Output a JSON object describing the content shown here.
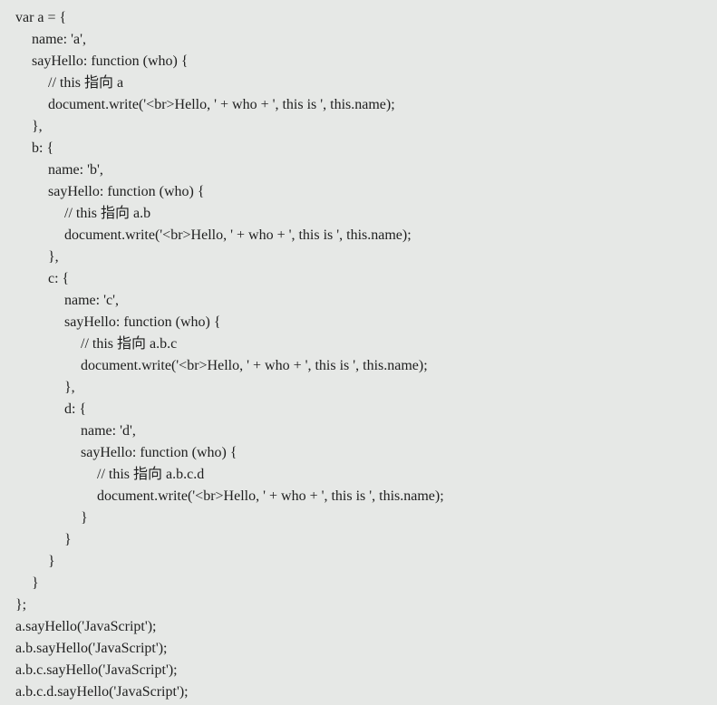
{
  "code": {
    "lines": [
      "var a = {",
      "name: 'a',",
      "sayHello: function (who) {",
      "// this 指向 a",
      "document.write('<br>Hello, ' + who + ', this is ', this.name);",
      "},",
      "b: {",
      "name: 'b',",
      "sayHello: function (who) {",
      "// this 指向 a.b",
      "document.write('<br>Hello, ' + who + ', this is ', this.name);",
      "},",
      "c: {",
      "name: 'c',",
      "sayHello: function (who) {",
      "// this 指向 a.b.c",
      "document.write('<br>Hello, ' + who + ', this is ', this.name);",
      "},",
      "d: {",
      "name: 'd',",
      "sayHello: function (who) {",
      "// this 指向 a.b.c.d",
      "document.write('<br>Hello, ' + who + ', this is ', this.name);",
      "}",
      "}",
      "}",
      "}",
      "};",
      "a.sayHello('JavaScript');",
      "a.b.sayHello('JavaScript');",
      "a.b.c.sayHello('JavaScript');",
      "a.b.c.d.sayHello('JavaScript');"
    ]
  }
}
